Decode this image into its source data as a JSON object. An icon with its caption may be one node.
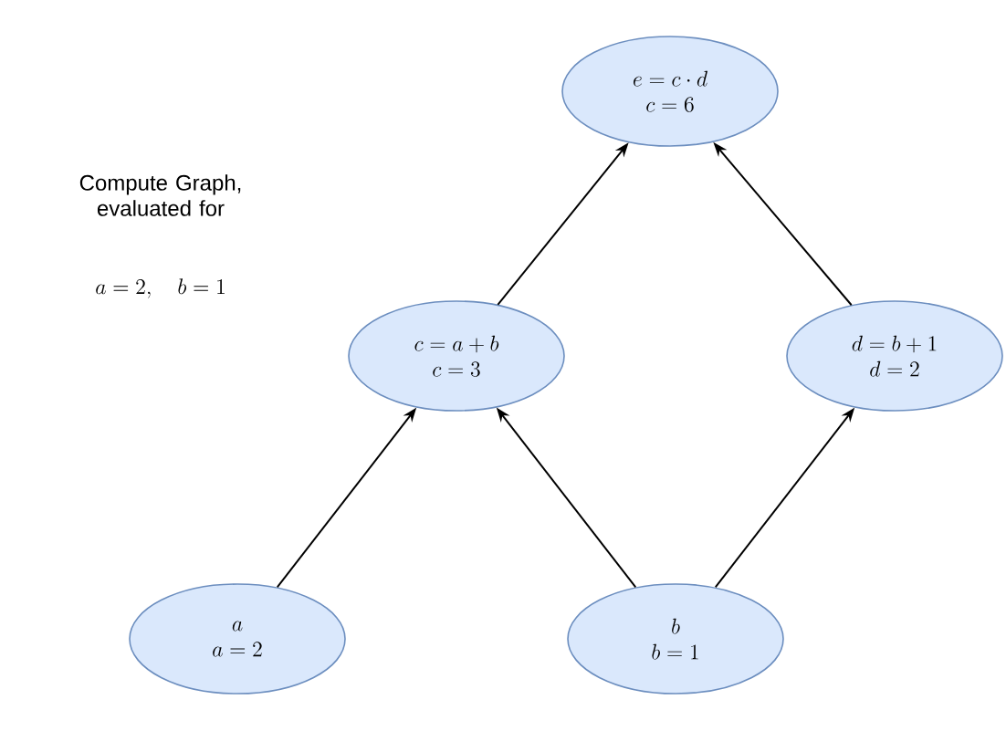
{
  "diagram": {
    "nodes": [
      {
        "text": [
          "e = c \\cdot d",
          "c = 6"
        ]
      },
      {
        "text": [
          "c = a + b",
          "c = 3"
        ]
      },
      {
        "text": [
          "d = b + 1",
          "d = 2"
        ]
      },
      {
        "text": [
          "a",
          "a = 2"
        ]
      },
      {
        "text": [
          "b",
          "b = 1"
        ]
      }
    ],
    "edges": [
      {
        "from": 3,
        "to": 1,
        "arrow": "to"
      },
      {
        "from": 4,
        "to": 1,
        "arrow": "to"
      },
      {
        "from": 4,
        "to": 2,
        "arrow": "to"
      },
      {
        "from": 1,
        "to": 0,
        "arrow": "to"
      },
      {
        "from": 2,
        "to": 0,
        "arrow": "to"
      }
    ],
    "labels": [
      "Compute Graph, evaluated for",
      "a = 2, \\quad b = 1"
    ]
  }
}
